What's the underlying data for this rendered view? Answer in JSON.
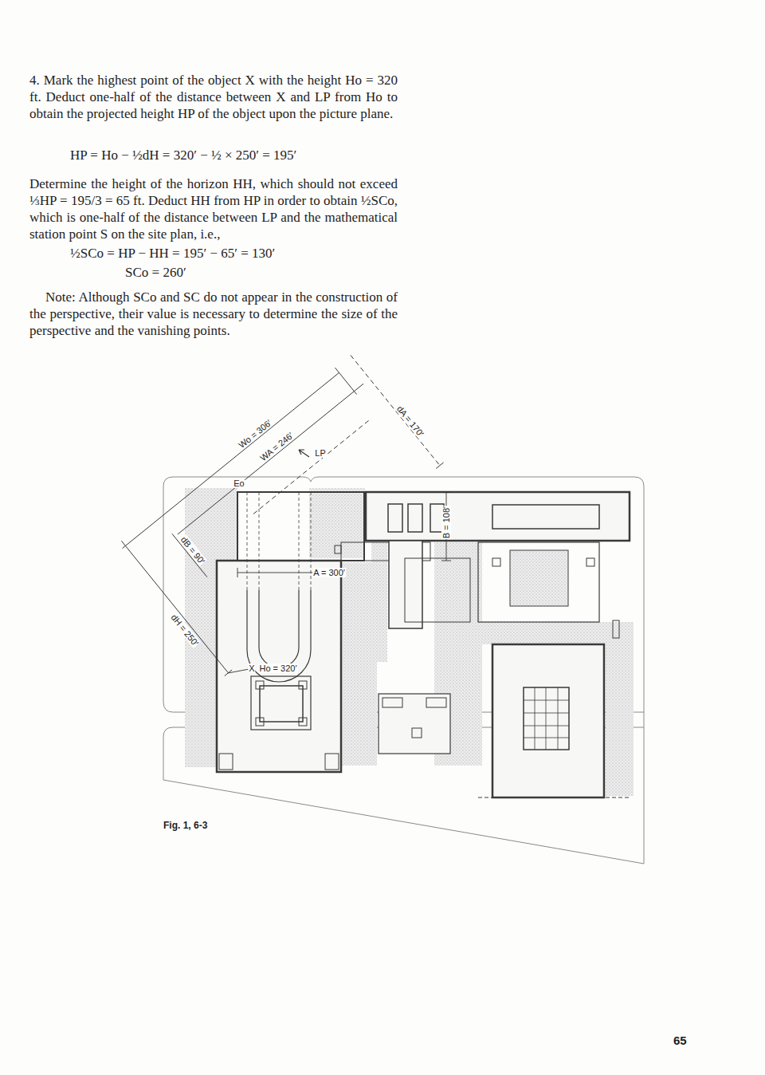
{
  "diagram": {
    "caption": "Fig. 1, 6-3",
    "labels": [
      "4. Mark the highest point of the object X with the height Ho = 320 ft. Deduct one-half of the distance between X and LP from Ho to obtain the projected height HP of the object upon the picture plane.",
      "HP = Ho − ½dH = 320′ − ½ × 250′ = 195′",
      "Determine the height of the horizon HH, which should not exceed ⅓HP = 195/3 = 65 ft. Deduct HH from HP in order to obtain ½SCo, which is one-half of the distance between LP and the mathematical station point S on the site plan, i.e.,",
      "½SCo = HP − HH = 195′ − 65′ = 130′",
      "SCo = 260′",
      "Note: Although SCo and SC do not appear in the construction of the perspective, their value is necessary to determine the size of the perspective and the vanishing points.",
      "Wo = 306′",
      "WA = 246′",
      "LP",
      "Eo",
      "dA = 170′",
      "B = 108′",
      "A = 300′",
      "dB = 90′",
      "dH = 250′",
      "X",
      "Ho = 320′",
      "65"
    ]
  }
}
